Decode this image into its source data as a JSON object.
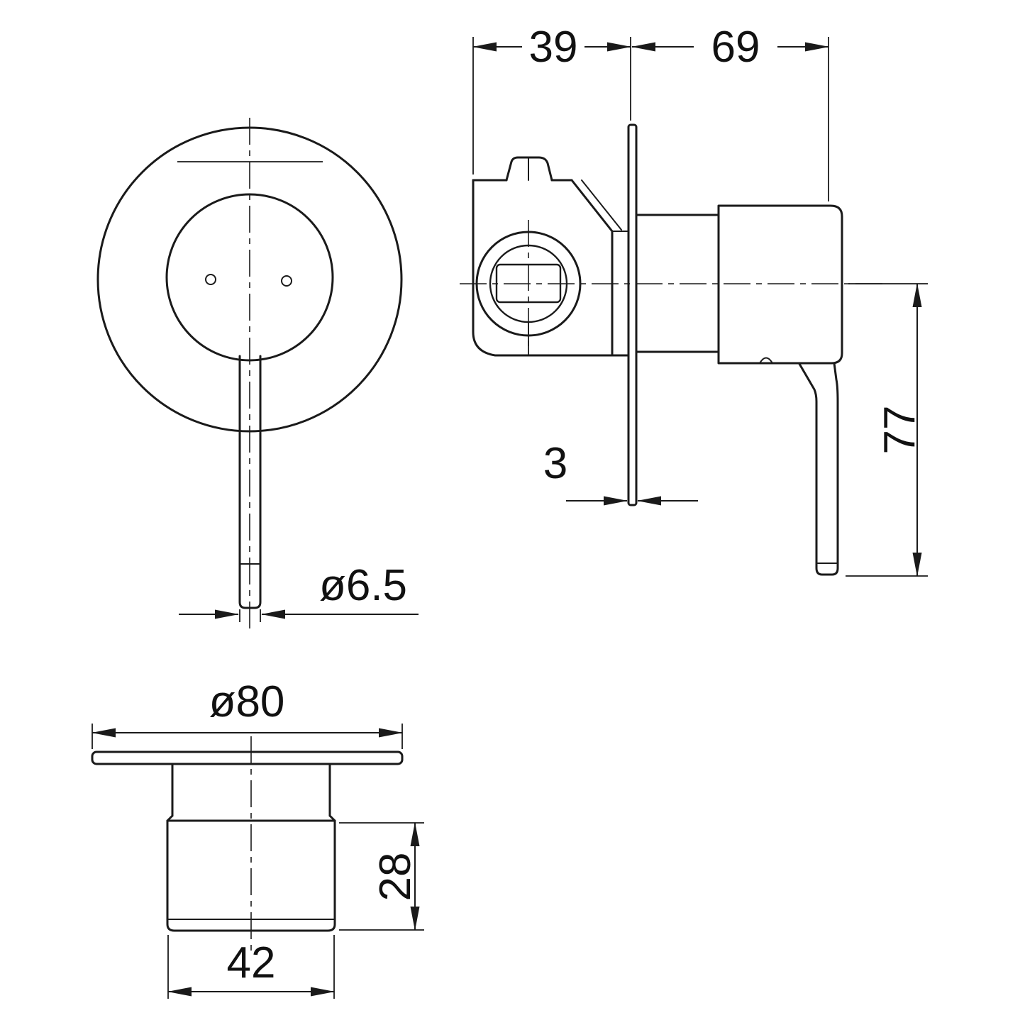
{
  "drawing": {
    "type": "technical-dimension-drawing",
    "subject": "wall-mounted mixer tap, three orthographic views",
    "colors": {
      "line": "#1a1a1a",
      "background": "#ffffff",
      "text": "#111111"
    },
    "dimensions": {
      "recess_depth": "39",
      "projection": "69",
      "lever_length": "77",
      "plate_thickness": "3",
      "lever_tip_diameter": "ø6.5",
      "plate_diameter": "ø80",
      "base_height": "28",
      "base_width": "42"
    }
  }
}
